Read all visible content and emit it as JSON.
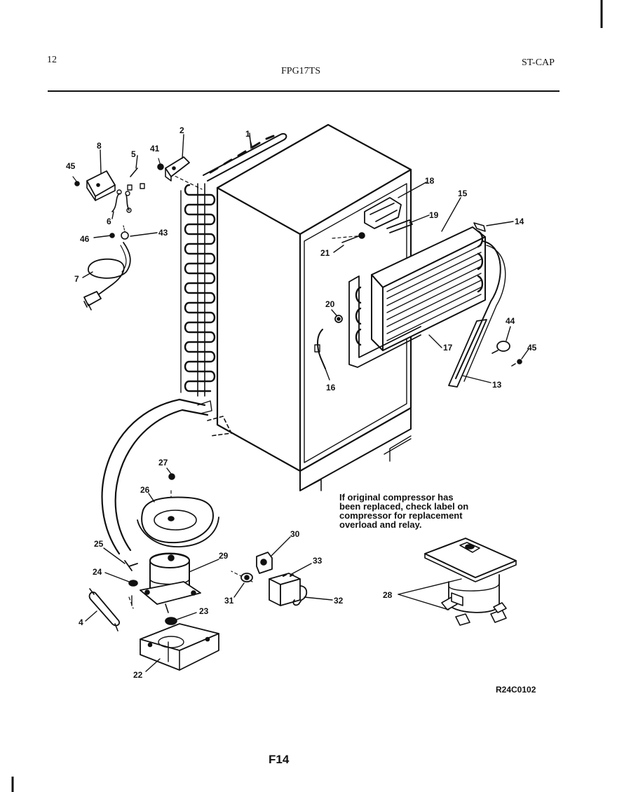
{
  "header": {
    "page_number": "12",
    "model": "FPG17TS",
    "section": "ST-CAP"
  },
  "note_lines": [
    "If original compressor has",
    "been replaced, check label on",
    "compressor for replacement",
    "overload and relay."
  ],
  "drawing_code": "R24C0102",
  "figure_label": "F14",
  "callouts": [
    {
      "id": "c1",
      "text": "1"
    },
    {
      "id": "c2",
      "text": "2"
    },
    {
      "id": "c41",
      "text": "41"
    },
    {
      "id": "c8",
      "text": "8"
    },
    {
      "id": "c5",
      "text": "5"
    },
    {
      "id": "c45a",
      "text": "45"
    },
    {
      "id": "c6",
      "text": "6"
    },
    {
      "id": "c46",
      "text": "46"
    },
    {
      "id": "c43",
      "text": "43"
    },
    {
      "id": "c7",
      "text": "7"
    },
    {
      "id": "c18",
      "text": "18"
    },
    {
      "id": "c15",
      "text": "15"
    },
    {
      "id": "c19",
      "text": "19"
    },
    {
      "id": "c14",
      "text": "14"
    },
    {
      "id": "c21",
      "text": "21"
    },
    {
      "id": "c20",
      "text": "20"
    },
    {
      "id": "c44",
      "text": "44"
    },
    {
      "id": "c45b",
      "text": "45"
    },
    {
      "id": "c17",
      "text": "17"
    },
    {
      "id": "c16",
      "text": "16"
    },
    {
      "id": "c13",
      "text": "13"
    },
    {
      "id": "c27",
      "text": "27"
    },
    {
      "id": "c26",
      "text": "26"
    },
    {
      "id": "c25",
      "text": "25"
    },
    {
      "id": "c24",
      "text": "24"
    },
    {
      "id": "c29",
      "text": "29"
    },
    {
      "id": "c4",
      "text": "4"
    },
    {
      "id": "c23",
      "text": "23"
    },
    {
      "id": "c22",
      "text": "22"
    },
    {
      "id": "c30",
      "text": "30"
    },
    {
      "id": "c33",
      "text": "33"
    },
    {
      "id": "c31",
      "text": "31"
    },
    {
      "id": "c32",
      "text": "32"
    },
    {
      "id": "c28",
      "text": "28"
    }
  ]
}
